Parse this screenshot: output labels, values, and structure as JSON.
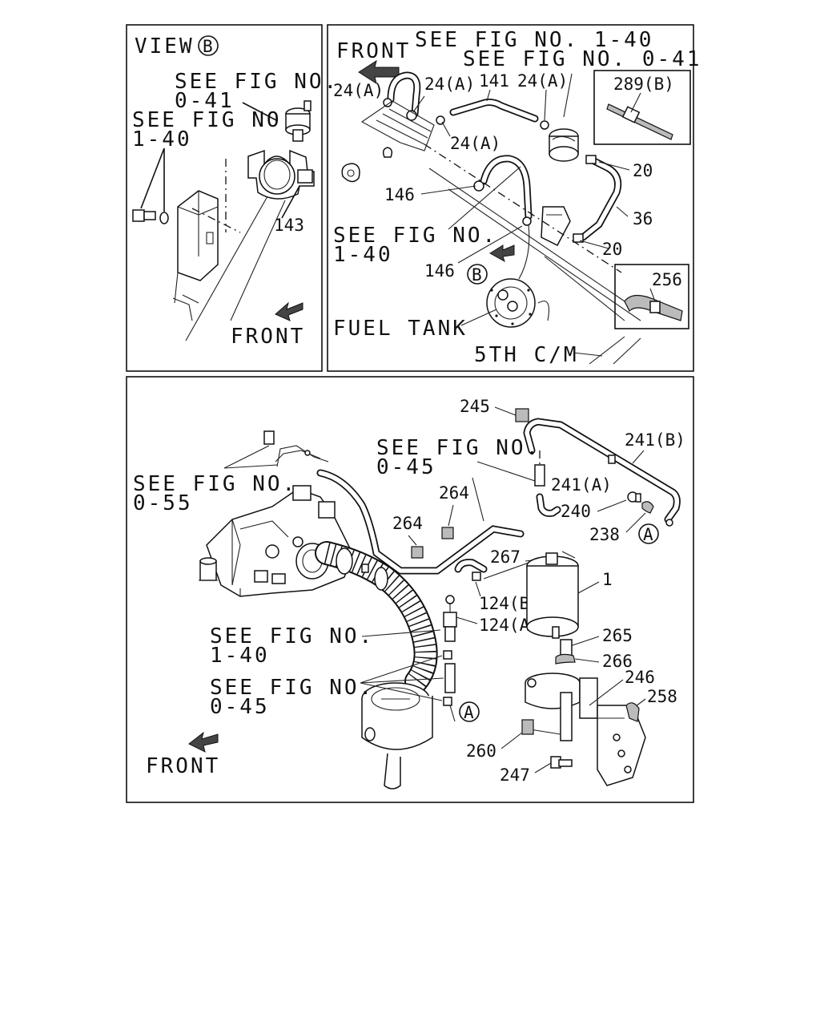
{
  "panels": {
    "view_b": {
      "title": "VIEW",
      "title_circle": "B",
      "ref1_line1": "SEE FIG NO.",
      "ref1_line2": "0-41",
      "ref2_line1": "SEE FIG NO.",
      "ref2_line2": "1-40",
      "part_143": "143",
      "front": "FRONT"
    },
    "fuel_tank": {
      "front": "FRONT",
      "ref_top1": "SEE FIG NO. 1-40",
      "ref_top2": "SEE FIG NO. 0-41",
      "p24a_1": "24(A)",
      "p24a_2": "24(A)",
      "p24a_3": "24(A)",
      "p24a_4": "24(A)",
      "p141": "141",
      "p289b": "289(B)",
      "p146_1": "146",
      "p146_2": "146",
      "p20_1": "20",
      "p20_2": "20",
      "p36": "36",
      "ref_mid1": "SEE FIG NO.",
      "ref_mid2": "1-40",
      "circle_b": "B",
      "p256": "256",
      "fuel_tank": "FUEL TANK",
      "cm": "5TH C/M"
    },
    "canister": {
      "p245": "245",
      "p241b": "241(B)",
      "ref_045a1": "SEE FIG NO.",
      "ref_045a2": "0-45",
      "ref_055_1": "SEE FIG NO.",
      "ref_055_2": "0-55",
      "p264_1": "264",
      "p264_2": "264",
      "p241a": "241(A)",
      "p240": "240",
      "p238": "238",
      "circle_a1": "A",
      "p267": "267",
      "p1": "1",
      "p124b": "124(B)",
      "p124a": "124(A)",
      "ref_140_1": "SEE FIG NO.",
      "ref_140_2": "1-40",
      "p265": "265",
      "p266": "266",
      "p246": "246",
      "p258": "258",
      "ref_045b1": "SEE FIG NO.",
      "ref_045b2": "0-45",
      "circle_a2": "A",
      "p260": "260",
      "p247": "247",
      "front": "FRONT"
    }
  }
}
